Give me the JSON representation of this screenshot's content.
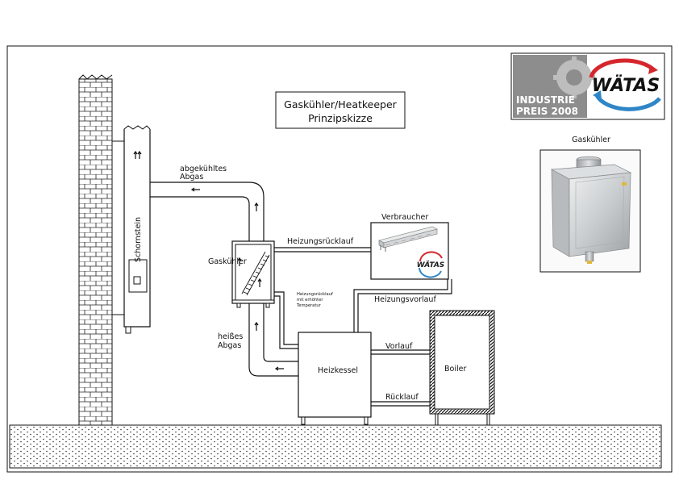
{
  "title": {
    "line1": "Gaskühler/Heatkeeper",
    "line2": "Prinzipskizze"
  },
  "badge": {
    "line1": "INDUSTRIE",
    "line2": "PREIS 2008",
    "brand": "WÄTAS"
  },
  "photo": {
    "caption": "Gaskühler"
  },
  "labels": {
    "chimney": "Schornstein",
    "cooled_exhaust_1": "abgekühltes",
    "cooled_exhaust_2": "Abgas",
    "gas_cooler": "Gaskühler",
    "hot_exhaust_1": "heißes",
    "hot_exhaust_2": "Abgas",
    "heating_return": "Heizungsrücklauf",
    "consumer": "Verbraucher",
    "raised_return_1": "Heizungsrücklauf",
    "raised_return_2": "mit erhöhter",
    "raised_return_3": "Temperatur",
    "heating_flow": "Heizungsvorlauf",
    "boiler_unit": "Heizkessel",
    "flow": "Vorlauf",
    "return": "Rücklauf",
    "tank": "Boiler",
    "consumer_brand": "WÄTAS"
  },
  "colors": {
    "line": "#111111",
    "badge_grey": "#8d8d8d",
    "brand_red": "#d6262d",
    "brand_blue": "#2f86c6",
    "ground_fill": "#ffffff"
  }
}
